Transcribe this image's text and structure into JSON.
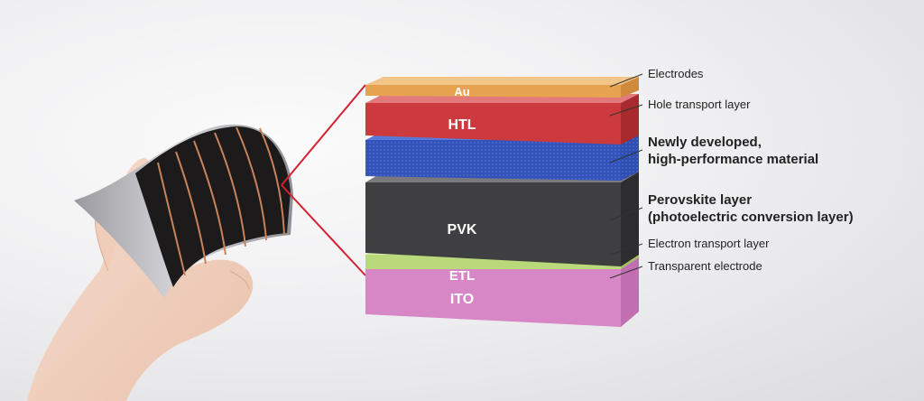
{
  "layers": {
    "au": "Au",
    "htl": "HTL",
    "pvk": "PVK",
    "etl": "ETL",
    "ito": "ITO"
  },
  "callouts": {
    "electrodes": "Electrodes",
    "hole_transport": "Hole transport layer",
    "new_material_line1": "Newly developed,",
    "new_material_line2": "high-performance material",
    "perovskite_line1": "Perovskite layer",
    "perovskite_line2": "(photoelectric conversion layer)",
    "electron_transport": "Electron transport layer",
    "transparent_electrode": "Transparent electrode"
  },
  "colors": {
    "au": "#e8a350",
    "htl": "#cc3a3e",
    "new_material": "#2f4fb5",
    "pvk": "#3f3f42",
    "etl": "#b9d97a",
    "ito": "#d787c6",
    "zoom_lines": "#d42030"
  }
}
